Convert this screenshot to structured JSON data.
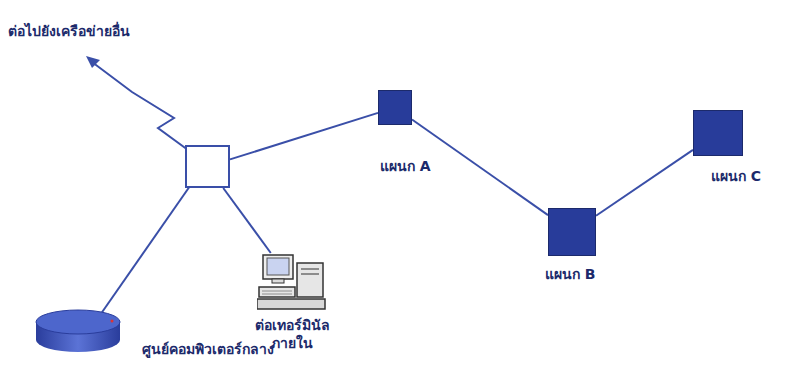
{
  "diagram": {
    "nodes": [
      {
        "text": [
          "ศูนย์คอมพิวเตอร์กลาง"
        ]
      },
      {
        "text": [
          "แผนก A"
        ]
      },
      {
        "text": [
          "แผนก B"
        ]
      },
      {
        "text": [
          "แผนก C"
        ]
      },
      {
        "text": [
          "ต่อเทอร์มินัล ภายใน"
        ]
      }
    ],
    "edges": [
      {
        "from": 0,
        "to": 1,
        "arrow": "none"
      },
      {
        "from": 1,
        "to": 2,
        "arrow": "none"
      },
      {
        "from": 2,
        "to": 3,
        "arrow": "none"
      },
      {
        "from": 0,
        "to": 4,
        "arrow": "none"
      }
    ],
    "labels": [
      "ต่อไปยังเครือข่ายอื่น"
    ]
  }
}
